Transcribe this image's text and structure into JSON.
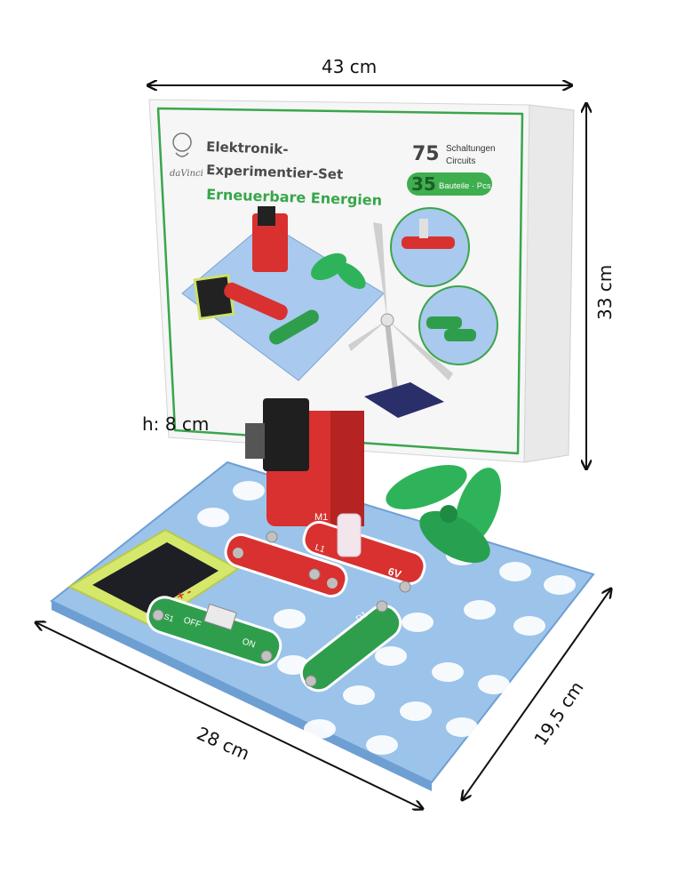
{
  "dimensions": {
    "width_label": "43 cm",
    "box_height_label": "33 cm",
    "set_height_label": "h: 8 cm",
    "length_label": "28 cm",
    "depth_label": "19,5 cm"
  },
  "box": {
    "brand": "daVinci",
    "title_line1": "Elektronik-",
    "title_line2": "Experimentier-Set",
    "subtitle": "Erneuerbare Energien",
    "circuits_count": "75",
    "circuits_label_1": "Schaltungen",
    "circuits_label_2": "Circuits",
    "parts_count": "35",
    "parts_label": "Bauteile · Pcs"
  },
  "modules": {
    "solar_label": "+ -",
    "switch_off": "OFF",
    "switch_on": "ON",
    "switch_id": "S1",
    "motor_id": "M1",
    "led_id": "D1",
    "lamp_voltage": "6V",
    "lamp_id": "L1"
  },
  "colors": {
    "board_blue": "#9cc3ea",
    "module_red": "#d8312f",
    "module_green": "#2f9e4c",
    "fan_green": "#2fb35a",
    "box_green_border": "#3aa64a",
    "solar_frame": "#d6e86b"
  }
}
